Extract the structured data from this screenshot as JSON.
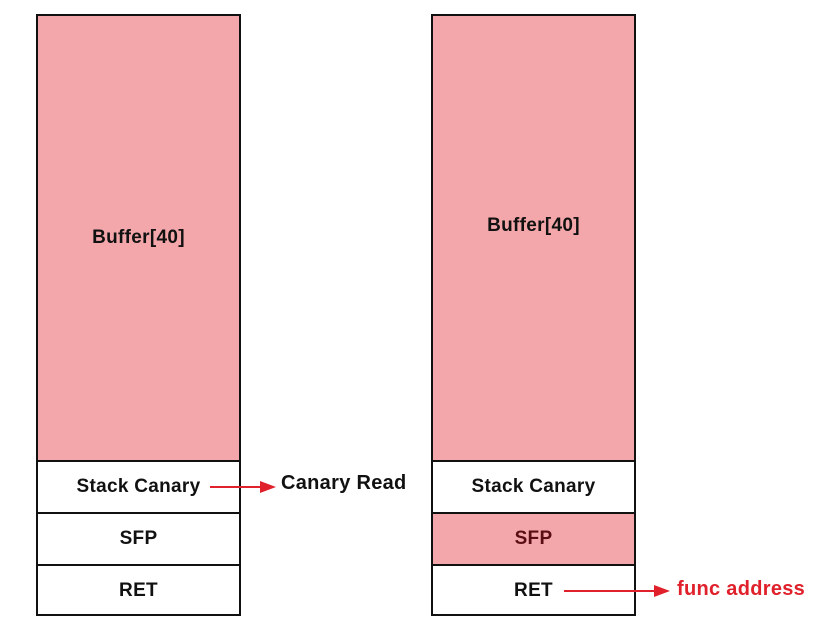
{
  "colors": {
    "buffer_fill": "#f4a7ab",
    "border": "#111111",
    "arrow": "#e0202a",
    "note_black": "#111111",
    "note_red": "#e0202a"
  },
  "left_stack": {
    "buffer": "Buffer[40]",
    "canary": "Stack Canary",
    "sfp": "SFP",
    "ret": "RET"
  },
  "right_stack": {
    "buffer": "Buffer[40]",
    "canary": "Stack Canary",
    "sfp": "SFP",
    "ret": "RET"
  },
  "annotations": {
    "canary_read": "Canary Read",
    "func_address": "func address"
  }
}
